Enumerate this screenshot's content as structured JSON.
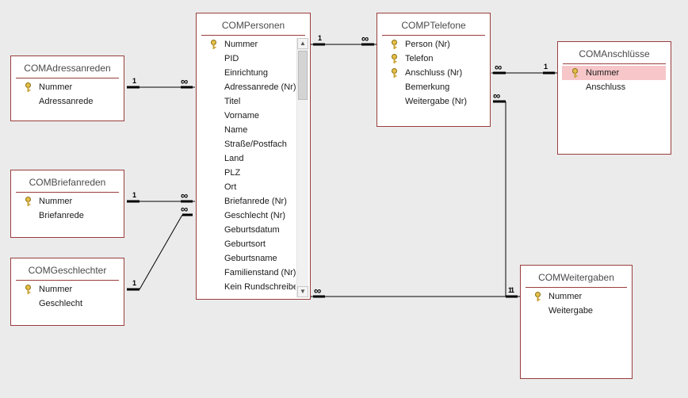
{
  "tables": {
    "adressanreden": {
      "title": "COMAdressanreden",
      "fields": [
        "Nummer",
        "Adressanrede"
      ]
    },
    "briefanreden": {
      "title": "COMBriefanreden",
      "fields": [
        "Nummer",
        "Briefanrede"
      ]
    },
    "geschlechter": {
      "title": "COMGeschlechter",
      "fields": [
        "Nummer",
        "Geschlecht"
      ]
    },
    "personen": {
      "title": "COMPersonen",
      "fields": [
        "Nummer",
        "PID",
        "Einrichtung",
        "Adressanrede (Nr)",
        "Titel",
        "Vorname",
        "Name",
        "Straße/Postfach",
        "Land",
        "PLZ",
        "Ort",
        "Briefanrede (Nr)",
        "Geschlecht (Nr)",
        "Geburtsdatum",
        "Geburtsort",
        "Geburtsname",
        "Familienstand (Nr)",
        "Kein Rundschreiben"
      ]
    },
    "telefone": {
      "title": "COMPTelefone",
      "fields": [
        "Person (Nr)",
        "Telefon",
        "Anschluss (Nr)",
        "Bemerkung",
        "Weitergabe (Nr)"
      ]
    },
    "anschluesse": {
      "title": "COMAnschlüsse",
      "fields": [
        "Nummer",
        "Anschluss"
      ]
    },
    "weitergaben": {
      "title": "COMWeitergaben",
      "fields": [
        "Nummer",
        "Weitergabe"
      ]
    }
  },
  "labels": {
    "one": "1",
    "many": "∞"
  },
  "colors": {
    "border": "#9a3d3d",
    "selected": "#f6c6c8",
    "background": "#ebebeb"
  }
}
